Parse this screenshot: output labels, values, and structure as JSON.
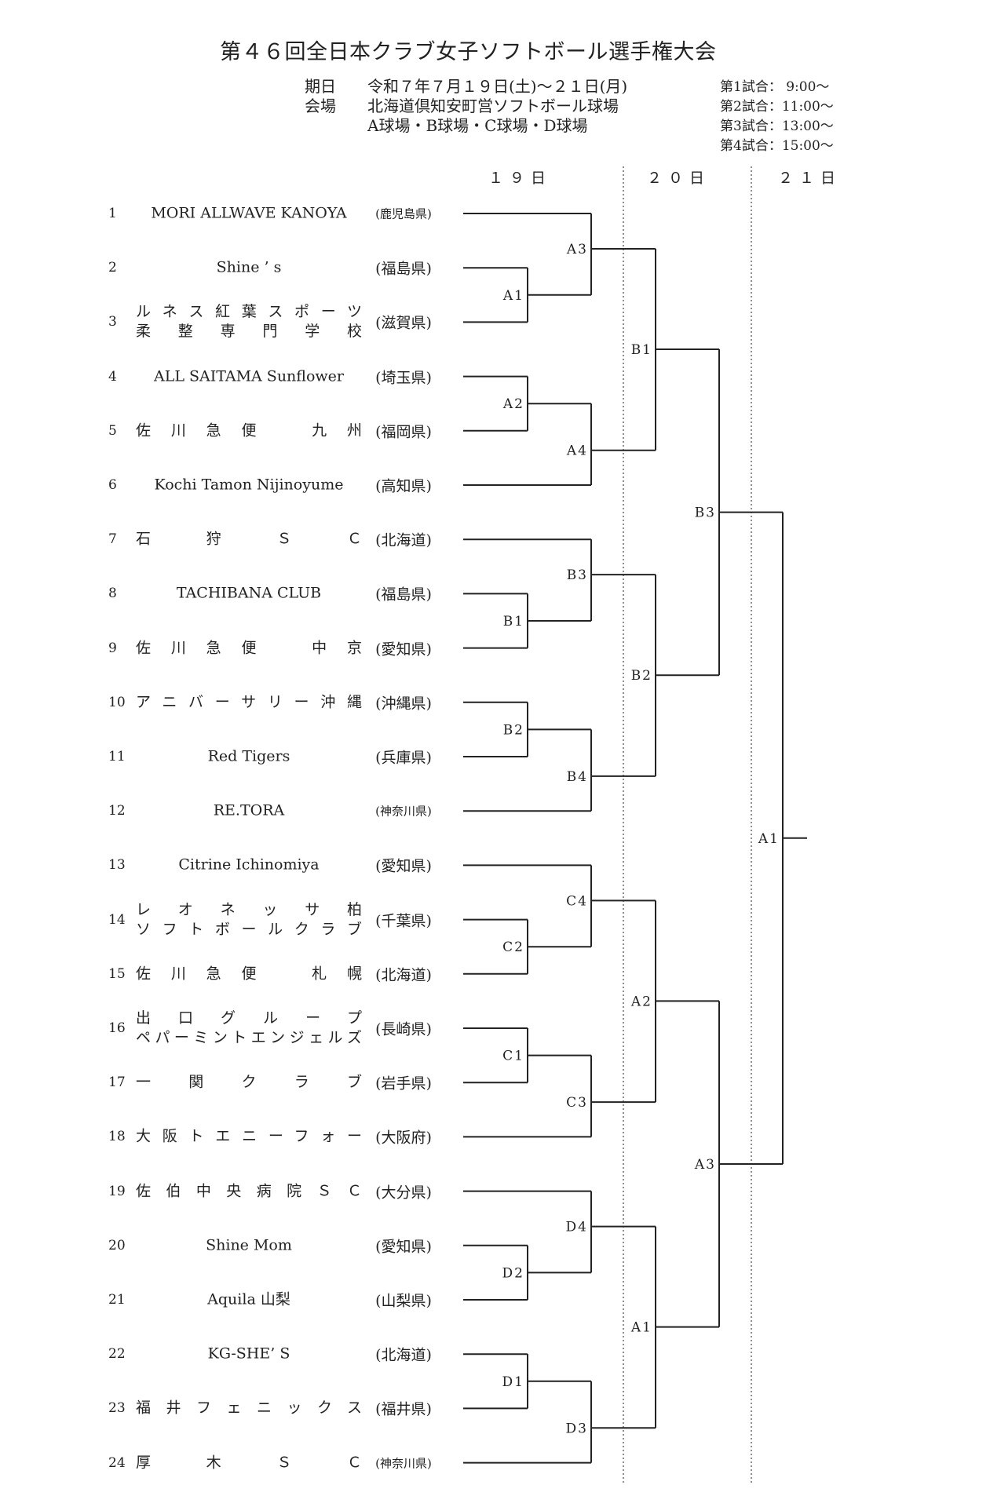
{
  "title": "第４６回全日本クラブ女子ソフトボール選手権大会",
  "info": {
    "date_label": "期日",
    "date_value": "令和７年７月１９日(土)～２１日(月)",
    "venue_label": "会場",
    "venue_value": "北海道倶知安町営ソフトボール球場",
    "fields": "A球場・B球場・C球場・D球場"
  },
  "schedule": [
    "第1試合：  9:00～",
    "第2試合：11:00～",
    "第3試合：13:00～",
    "第4試合：15:00～"
  ],
  "days": [
    "１９日",
    "２０日",
    "２１日"
  ],
  "teams": [
    {
      "no": "1",
      "name": [
        "MORI ALLWAVE KANOYA"
      ],
      "pref": "(鹿児島県)",
      "align": "center"
    },
    {
      "no": "2",
      "name": [
        "Shine ’ s"
      ],
      "pref": "(福島県)",
      "align": "center"
    },
    {
      "no": "3",
      "name": [
        "ルネス紅葉スポーツ",
        "柔整専門学校"
      ],
      "pref": "(滋賀県)",
      "align": "just"
    },
    {
      "no": "4",
      "name": [
        "ALL  SAITAMA  Sunflower"
      ],
      "pref": "(埼玉県)",
      "align": "center"
    },
    {
      "no": "5",
      "name": [
        "佐川急便　九州"
      ],
      "pref": "(福岡県)",
      "align": "just"
    },
    {
      "no": "6",
      "name": [
        "Kochi Tamon Nijinoyume"
      ],
      "pref": "(高知県)",
      "align": "center"
    },
    {
      "no": "7",
      "name": [
        "石狩ＳＣ"
      ],
      "pref": "(北海道)",
      "align": "just"
    },
    {
      "no": "8",
      "name": [
        "TACHIBANA CLUB"
      ],
      "pref": "(福島県)",
      "align": "center"
    },
    {
      "no": "9",
      "name": [
        "佐川急便　中京"
      ],
      "pref": "(愛知県)",
      "align": "just"
    },
    {
      "no": "10",
      "name": [
        "アニバーサリー沖縄"
      ],
      "pref": "(沖縄県)",
      "align": "just"
    },
    {
      "no": "11",
      "name": [
        "Red Tigers"
      ],
      "pref": "(兵庫県)",
      "align": "center"
    },
    {
      "no": "12",
      "name": [
        "RE.TORA"
      ],
      "pref": "(神奈川県)",
      "align": "center"
    },
    {
      "no": "13",
      "name": [
        "Citrine Ichinomiya"
      ],
      "pref": "(愛知県)",
      "align": "center"
    },
    {
      "no": "14",
      "name": [
        "レオネッサ柏",
        "ソフトボールクラブ"
      ],
      "pref": "(千葉県)",
      "align": "just"
    },
    {
      "no": "15",
      "name": [
        "佐川急便　札幌"
      ],
      "pref": "(北海道)",
      "align": "just"
    },
    {
      "no": "16",
      "name": [
        "出口グループ",
        "ペパーミントエンジェルズ"
      ],
      "pref": "(長崎県)",
      "align": "just"
    },
    {
      "no": "17",
      "name": [
        "一関クラブ"
      ],
      "pref": "(岩手県)",
      "align": "just"
    },
    {
      "no": "18",
      "name": [
        "大阪トエニーフォー"
      ],
      "pref": "(大阪府)",
      "align": "just"
    },
    {
      "no": "19",
      "name": [
        "佐伯中央病院ＳＣ"
      ],
      "pref": "(大分県)",
      "align": "just"
    },
    {
      "no": "20",
      "name": [
        "Shine Mom"
      ],
      "pref": "(愛知県)",
      "align": "center"
    },
    {
      "no": "21",
      "name": [
        "Aquila 山梨"
      ],
      "pref": "(山梨県)",
      "align": "center"
    },
    {
      "no": "22",
      "name": [
        "KG-SHE’ S"
      ],
      "pref": "(北海道)",
      "align": "center"
    },
    {
      "no": "23",
      "name": [
        "福井フェニックス"
      ],
      "pref": "(福井県)",
      "align": "just"
    },
    {
      "no": "24",
      "name": [
        "厚木ＳＣ"
      ],
      "pref": "(神奈川県)",
      "align": "just"
    }
  ],
  "bracket": {
    "round1": [
      "A1",
      "A2",
      "B1",
      "B2",
      "C2",
      "C1",
      "D2",
      "D1"
    ],
    "round2": [
      "A3",
      "A4",
      "B3",
      "B4",
      "C4",
      "C3",
      "D4",
      "D3"
    ],
    "round3": [
      "B1",
      "B2",
      "A2",
      "A1"
    ],
    "round4": [
      "B3",
      "A3"
    ],
    "final": "A1"
  }
}
